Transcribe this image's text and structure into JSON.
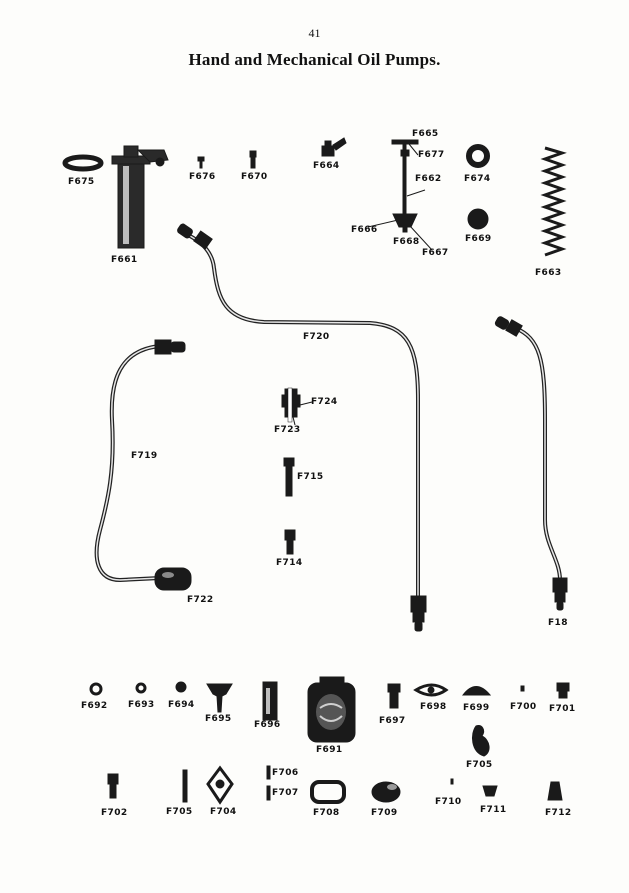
{
  "page_number": "41",
  "title": "Hand and Mechanical Oil Pumps.",
  "ink_color": "#111111",
  "paper_color": "#fdfdfb",
  "labels": {
    "F665": "F665",
    "F677": "F677",
    "F662": "F662",
    "F664": "F664",
    "F674": "F674",
    "F675": "F675",
    "F676": "F676",
    "F670": "F670",
    "F666": "F666",
    "F668": "F668",
    "F667": "F667",
    "F669": "F669",
    "F661": "F661",
    "F663": "F663",
    "F720": "F720",
    "F724": "F724",
    "F723": "F723",
    "F719": "F719",
    "F715": "F715",
    "F714": "F714",
    "F722": "F722",
    "F18": "F18",
    "F692": "F692",
    "F693": "F693",
    "F694": "F694",
    "F695": "F695",
    "F696": "F696",
    "F691": "F691",
    "F697": "F697",
    "F698": "F698",
    "F699": "F699",
    "F700": "F700",
    "F701": "F701",
    "F705a": "F705",
    "F702": "F702",
    "F705b": "F705",
    "F704": "F704",
    "F706": "F706",
    "F707": "F707",
    "F708": "F708",
    "F709": "F709",
    "F710": "F710",
    "F711": "F711",
    "F712": "F712"
  }
}
